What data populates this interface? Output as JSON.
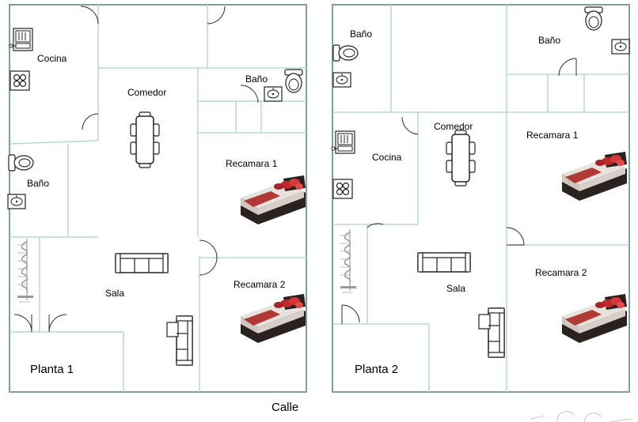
{
  "colors": {
    "outer_wall": "#7f9ea0",
    "inner_wall": "#b8d6d8",
    "furniture": "#222222",
    "bed_frame": "#2a2220",
    "bed_sheet": "#e8e2dc",
    "pillow": "#c0282c"
  },
  "plan1": {
    "title": "Planta 1",
    "rooms": {
      "cocina": "Cocina",
      "comedor": "Comedor",
      "bano_top": "Baño",
      "bano_left": "Baño",
      "recamara1": "Recamara 1",
      "recamara2": "Recamara 2",
      "sala": "Sala"
    }
  },
  "plan2": {
    "title": "Planta 2",
    "rooms": {
      "bano_left": "Baño",
      "bano_right": "Baño",
      "comedor": "Comedor",
      "cocina": "Cocina",
      "recamara1": "Recamara 1",
      "recamara2": "Recamara 2",
      "sala": "Sala"
    }
  },
  "street": "Calle",
  "icons": [
    "sink-icon",
    "stove-icon",
    "toilet-icon",
    "washbasin-icon",
    "dining-table-icon",
    "sofa-icon",
    "bed-icon",
    "spiral-stair-icon",
    "door-swing-icon"
  ]
}
